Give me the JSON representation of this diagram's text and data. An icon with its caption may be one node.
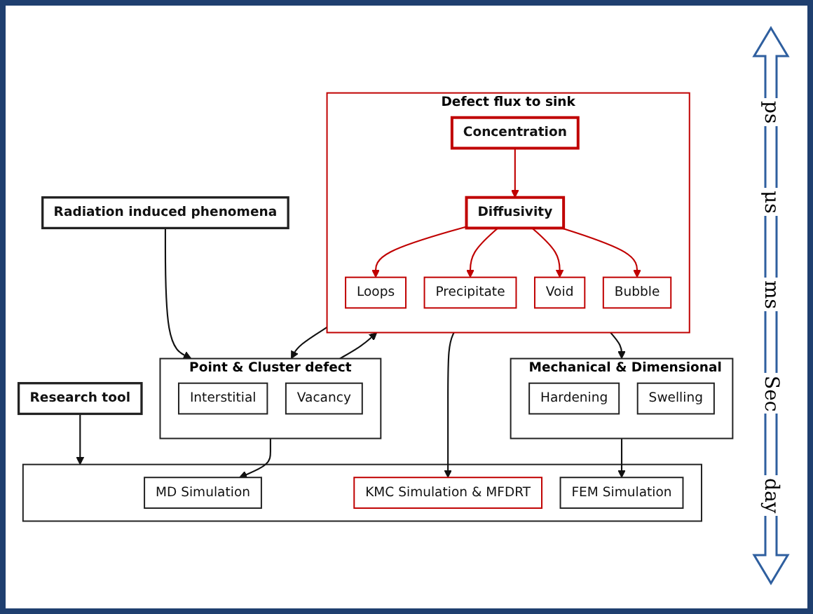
{
  "diagram": {
    "nodes": [
      {
        "text": [
          "Radiation induced phenomena"
        ]
      },
      {
        "text": [
          "Point & Cluster defect"
        ]
      },
      {
        "text": [
          "Interstitial"
        ],
        "in": 1
      },
      {
        "text": [
          "Vacancy"
        ],
        "in": 1
      },
      {
        "text": [
          "Defect flux to sink"
        ]
      },
      {
        "text": [
          "Concentration"
        ],
        "in": 4
      },
      {
        "text": [
          "Diffusivity"
        ],
        "in": 4
      },
      {
        "text": [
          "Loops"
        ],
        "in": 4
      },
      {
        "text": [
          "Precipitate"
        ],
        "in": 4
      },
      {
        "text": [
          "Void"
        ],
        "in": 4
      },
      {
        "text": [
          "Bubble"
        ],
        "in": 4
      },
      {
        "text": [
          "Mechanical & Dimensional"
        ]
      },
      {
        "text": [
          "Hardening"
        ],
        "in": 11
      },
      {
        "text": [
          "Swelling"
        ],
        "in": 11
      },
      {
        "text": [
          "Research tool"
        ]
      },
      {
        "text": [],
        "shape": "box"
      },
      {
        "text": [
          "MD Simulation"
        ],
        "in": 15
      },
      {
        "text": [
          "KMC Simulation & MFDRT"
        ],
        "in": 15
      },
      {
        "text": [
          "FEM Simulation"
        ],
        "in": 15
      }
    ],
    "edges": [
      {
        "from": 0,
        "to": 1,
        "arrow": "to"
      },
      {
        "from": 1,
        "to": 4,
        "arrow": "to"
      },
      {
        "from": 4,
        "to": 11,
        "arrow": "to"
      },
      {
        "from": 4,
        "to": 1,
        "arrow": "to"
      },
      {
        "from": 5,
        "to": 6,
        "arrow": "to",
        "color": "#c00000"
      },
      {
        "from": 6,
        "to": 7,
        "arrow": "to",
        "color": "#c00000"
      },
      {
        "from": 6,
        "to": 8,
        "arrow": "to",
        "color": "#c00000"
      },
      {
        "from": 6,
        "to": 9,
        "arrow": "to",
        "color": "#c00000"
      },
      {
        "from": 6,
        "to": 10,
        "arrow": "to",
        "color": "#c00000"
      },
      {
        "from": 14,
        "to": 15,
        "arrow": "to"
      },
      {
        "from": 1,
        "to": 16,
        "arrow": "to"
      },
      {
        "from": 4,
        "to": 17,
        "arrow": "to"
      },
      {
        "from": 11,
        "to": 18,
        "arrow": "to"
      }
    ],
    "labels": [
      "ps",
      "μs",
      "ms",
      "Sec",
      "day"
    ]
  }
}
